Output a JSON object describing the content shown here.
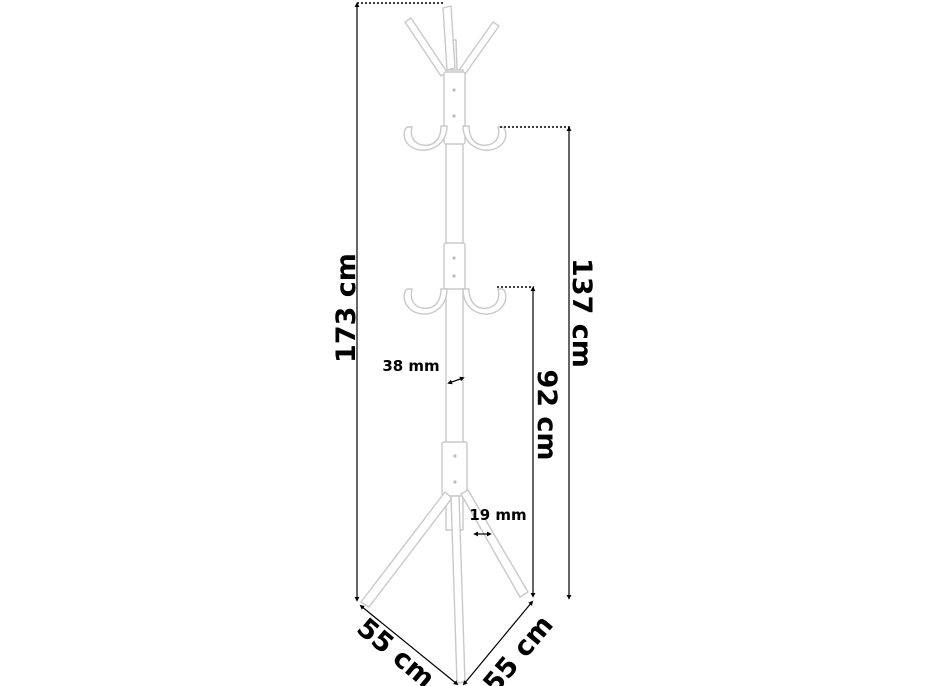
{
  "diagram": {
    "subject": "white metal coat rack with hooks and tripod base",
    "colors": {
      "product_fill": "#ffffff",
      "product_outline": "#c9c9c9",
      "dimension_line": "#000000",
      "background": "#ffffff"
    },
    "dimensions": {
      "total_height": "173 cm",
      "upper_hooks_height": "137 cm",
      "lower_hooks_height": "92 cm",
      "pole_diameter": "38 mm",
      "leg_diameter": "19 mm",
      "base_side_left": "55 cm",
      "base_side_right": "55 cm"
    }
  }
}
